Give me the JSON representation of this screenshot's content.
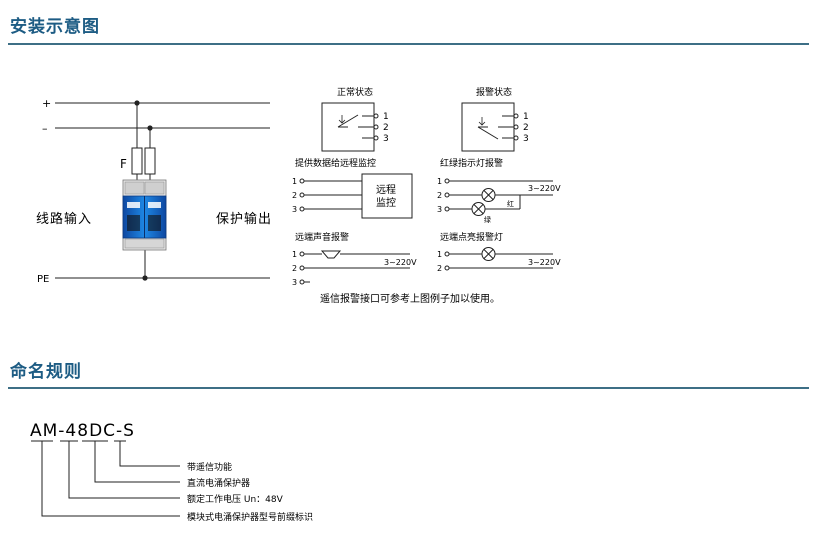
{
  "sections": {
    "install_title": "安装示意图",
    "naming_title": "命名规则"
  },
  "wiring": {
    "plus": "+",
    "minus": "–",
    "pe": "PE",
    "fuse": "F",
    "line_in": "线路输入",
    "protect_out": "保护输出"
  },
  "states": {
    "normal": "正常状态",
    "alarm": "报警状态",
    "pins": [
      "1",
      "2",
      "3"
    ]
  },
  "remote_monitor": {
    "title": "提供数据给远程监控",
    "box_line1": "远程",
    "box_line2": "监控"
  },
  "lamp_alarm": {
    "title": "红绿指示灯报警",
    "voltage": "3~220V",
    "red": "红",
    "green": "绿"
  },
  "sound_alarm": {
    "title": "远端声音报警",
    "voltage": "3~220V"
  },
  "light_alarm": {
    "title": "远端点亮报警灯",
    "voltage": "3~220V"
  },
  "note": "遥信报警接口可参考上图例子加以使用。",
  "naming": {
    "model": "AM-48DC-S",
    "items": [
      "带遥信功能",
      "直流电涌保护器",
      "额定工作电压 Un：48V",
      "模块式电涌保护器型号前缀标识"
    ]
  },
  "colors": {
    "title": "#1d5c84",
    "rule": "#3d6f86",
    "module_blue": "#1565c0"
  }
}
